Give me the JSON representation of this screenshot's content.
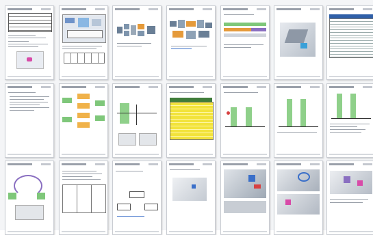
{
  "document": {
    "view": "page-thumbnails",
    "page_count": 21,
    "columns": 7,
    "rows": 3,
    "colors": {
      "page_bg": "#ffffff",
      "workspace_bg": "#f4f5f7",
      "text_gray": "#9ba1aa",
      "link_blue": "#3a6fc9",
      "diagram_green": "#7fc77a",
      "diagram_orange": "#e59a3a",
      "table_yellow": "#f2e33b",
      "signal_red": "#d84040"
    }
  }
}
